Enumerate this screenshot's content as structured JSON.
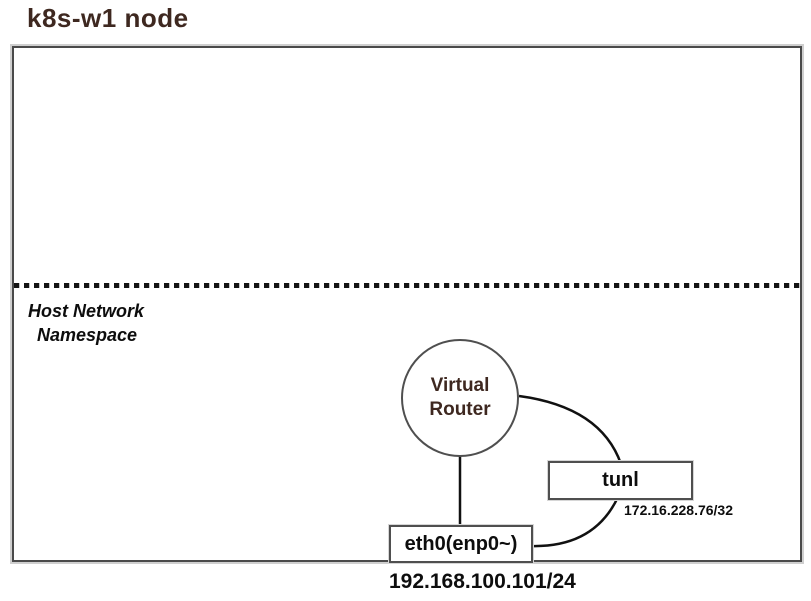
{
  "page": {
    "title": "k8s-w1 node"
  },
  "colors": {
    "title_text": "#3e2820",
    "router_text": "#3e2820",
    "label_text": "#0d0d0d",
    "border_dark": "#4a4a4a",
    "border_shadow": "#cfcfcf",
    "connector": "#111111"
  },
  "host_namespace": {
    "label_line1": "Host Network",
    "label_line2": "Namespace"
  },
  "diagram": {
    "virtual_router": {
      "label_line1": "Virtual",
      "label_line2": "Router"
    },
    "tunl_interface": {
      "label": "tunl",
      "ip": "172.16.228.76/32"
    },
    "eth0_interface": {
      "label": "eth0(enp0~)",
      "ip": "192.168.100.101/24"
    }
  }
}
